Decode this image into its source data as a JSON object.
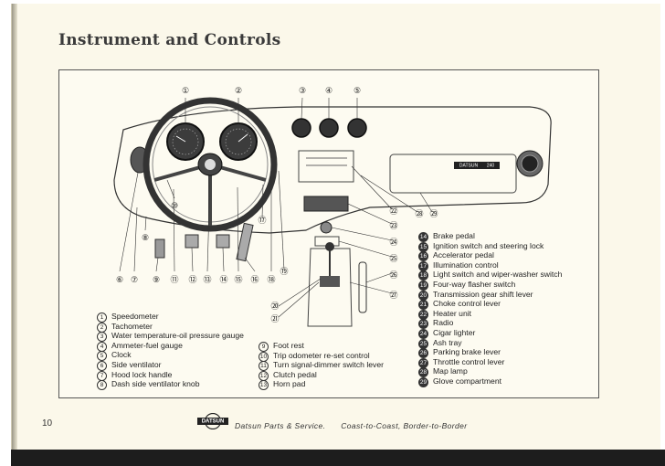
{
  "page": {
    "title": "Instrument and Controls",
    "page_number": "10",
    "footer_brand": "DATSUN",
    "footer_left": "Datsun Parts & Service.",
    "footer_right": "Coast-to-Coast, Border-to-Border"
  },
  "diagram": {
    "dashboard_badge": "DATSUN",
    "callout_numbers": [
      "①",
      "②",
      "③",
      "④",
      "⑤",
      "⑥",
      "⑦",
      "⑧",
      "⑨",
      "⑩",
      "⑪",
      "⑫",
      "⑬",
      "⑭",
      "⑮",
      "⑯",
      "⑰",
      "⑱",
      "⑲",
      "⑳",
      "㉑",
      "㉒",
      "㉓",
      "㉔",
      "㉕",
      "㉖",
      "㉗",
      "㉘",
      "㉙"
    ]
  },
  "legend": {
    "items": [
      {
        "num": "1",
        "label": "Speedometer"
      },
      {
        "num": "2",
        "label": "Tachometer"
      },
      {
        "num": "3",
        "label": "Water temperature-oil pressure gauge"
      },
      {
        "num": "4",
        "label": "Ammeter-fuel gauge"
      },
      {
        "num": "5",
        "label": "Clock"
      },
      {
        "num": "6",
        "label": "Side ventilator"
      },
      {
        "num": "7",
        "label": "Hood lock handle"
      },
      {
        "num": "8",
        "label": "Dash side ventilator knob"
      },
      {
        "num": "9",
        "label": "Foot rest"
      },
      {
        "num": "10",
        "label": "Trip odometer re-set control"
      },
      {
        "num": "11",
        "label": "Turn signal-dimmer switch lever"
      },
      {
        "num": "12",
        "label": "Clutch pedal"
      },
      {
        "num": "13",
        "label": "Horn pad"
      },
      {
        "num": "14",
        "label": "Brake pedal"
      },
      {
        "num": "15",
        "label": "Ignition switch and steering lock"
      },
      {
        "num": "16",
        "label": "Accelerator pedal"
      },
      {
        "num": "17",
        "label": "Illumination control"
      },
      {
        "num": "18",
        "label": "Light switch and wiper-washer switch"
      },
      {
        "num": "19",
        "label": "Four-way flasher switch"
      },
      {
        "num": "20",
        "label": "Transmission gear shift lever"
      },
      {
        "num": "21",
        "label": "Choke control lever"
      },
      {
        "num": "22",
        "label": "Heater unit"
      },
      {
        "num": "23",
        "label": "Radio"
      },
      {
        "num": "24",
        "label": "Cigar lighter"
      },
      {
        "num": "25",
        "label": "Ash tray"
      },
      {
        "num": "26",
        "label": "Parking brake lever"
      },
      {
        "num": "27",
        "label": "Throttle control lever"
      },
      {
        "num": "28",
        "label": "Map lamp"
      },
      {
        "num": "29",
        "label": "Glove compartment"
      }
    ]
  }
}
